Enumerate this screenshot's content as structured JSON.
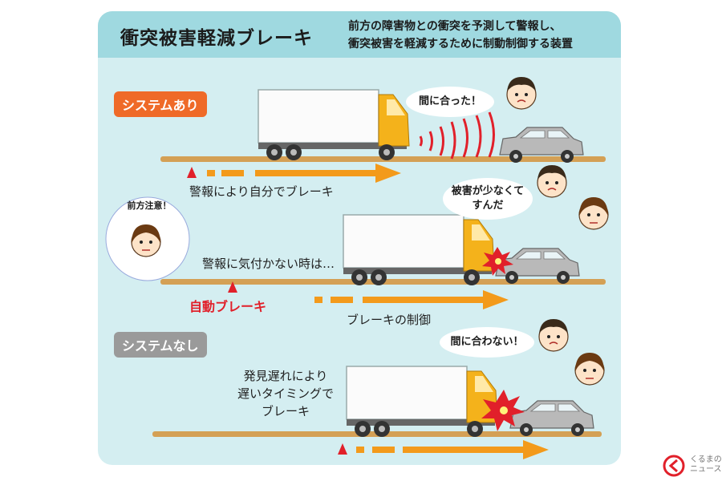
{
  "title": "衝突被害軽減ブレーキ",
  "description": "前方の障害物との衝突を予測して警報し、\n衝突被害を軽減するために制動制御する装置",
  "scenario1": {
    "tag": "システムあり",
    "bubble": "間に合った！",
    "caption": "警報により自分でブレーキ"
  },
  "scenario2": {
    "warning_bubble": "前方注意！",
    "bubble": "被害が少なくて\nすんだ",
    "caption": "警報に気付かない時は…",
    "auto_brake": "自動ブレーキ",
    "brake_control": "ブレーキの制御"
  },
  "scenario3": {
    "tag": "システムなし",
    "bubble": "間に合わない！",
    "caption": "発見遅れにより\n遅いタイミングで\nブレーキ"
  },
  "watermark": "くるまの\nニュース",
  "colors": {
    "panel": "#d4eef1",
    "header": "#9fd9e0",
    "tag_on": "#ef6a28",
    "tag_off": "#9a9a9a",
    "arrow": "#f39a1b",
    "road": "#d4a055",
    "alert_red": "#e1202a",
    "truck_cab": "#f4b21b"
  }
}
